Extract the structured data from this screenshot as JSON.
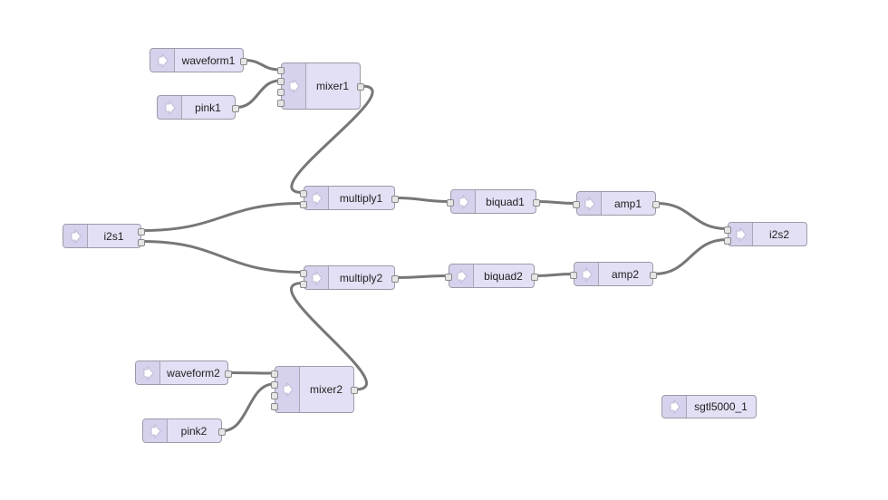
{
  "nodes": [
    {
      "id": "waveform1",
      "label": "waveform1",
      "inputs": 0,
      "outputs": 1
    },
    {
      "id": "pink1",
      "label": "pink1",
      "inputs": 0,
      "outputs": 1
    },
    {
      "id": "mixer1",
      "label": "mixer1",
      "inputs": 4,
      "outputs": 1
    },
    {
      "id": "i2s1",
      "label": "i2s1",
      "inputs": 0,
      "outputs": 2
    },
    {
      "id": "multiply1",
      "label": "multiply1",
      "inputs": 2,
      "outputs": 1
    },
    {
      "id": "multiply2",
      "label": "multiply2",
      "inputs": 2,
      "outputs": 1
    },
    {
      "id": "biquad1",
      "label": "biquad1",
      "inputs": 1,
      "outputs": 1
    },
    {
      "id": "biquad2",
      "label": "biquad2",
      "inputs": 1,
      "outputs": 1
    },
    {
      "id": "amp1",
      "label": "amp1",
      "inputs": 1,
      "outputs": 1
    },
    {
      "id": "amp2",
      "label": "amp2",
      "inputs": 1,
      "outputs": 1
    },
    {
      "id": "i2s2",
      "label": "i2s2",
      "inputs": 2,
      "outputs": 0
    },
    {
      "id": "waveform2",
      "label": "waveform2",
      "inputs": 0,
      "outputs": 1
    },
    {
      "id": "pink2",
      "label": "pink2",
      "inputs": 0,
      "outputs": 1
    },
    {
      "id": "mixer2",
      "label": "mixer2",
      "inputs": 4,
      "outputs": 1
    },
    {
      "id": "sgtl5000_1",
      "label": "sgtl5000_1",
      "inputs": 0,
      "outputs": 0
    }
  ],
  "wires": [
    {
      "from": "waveform1",
      "out": 0,
      "to": "mixer1",
      "in": 0
    },
    {
      "from": "pink1",
      "out": 0,
      "to": "mixer1",
      "in": 1
    },
    {
      "from": "mixer1",
      "out": 0,
      "to": "multiply1",
      "in": 0
    },
    {
      "from": "i2s1",
      "out": 0,
      "to": "multiply1",
      "in": 1
    },
    {
      "from": "i2s1",
      "out": 1,
      "to": "multiply2",
      "in": 0
    },
    {
      "from": "mixer2",
      "out": 0,
      "to": "multiply2",
      "in": 1
    },
    {
      "from": "multiply1",
      "out": 0,
      "to": "biquad1",
      "in": 0
    },
    {
      "from": "multiply2",
      "out": 0,
      "to": "biquad2",
      "in": 0
    },
    {
      "from": "biquad1",
      "out": 0,
      "to": "amp1",
      "in": 0
    },
    {
      "from": "biquad2",
      "out": 0,
      "to": "amp2",
      "in": 0
    },
    {
      "from": "amp1",
      "out": 0,
      "to": "i2s2",
      "in": 0
    },
    {
      "from": "amp2",
      "out": 0,
      "to": "i2s2",
      "in": 1
    },
    {
      "from": "waveform2",
      "out": 0,
      "to": "mixer2",
      "in": 0
    },
    {
      "from": "pink2",
      "out": 0,
      "to": "mixer2",
      "in": 1
    }
  ],
  "colors": {
    "node_fill": "#e3dff4",
    "node_border": "#9d9aa8",
    "wire": "#777777",
    "port_fill": "#e6e6e6"
  },
  "icon": "audio-arrow-icon"
}
